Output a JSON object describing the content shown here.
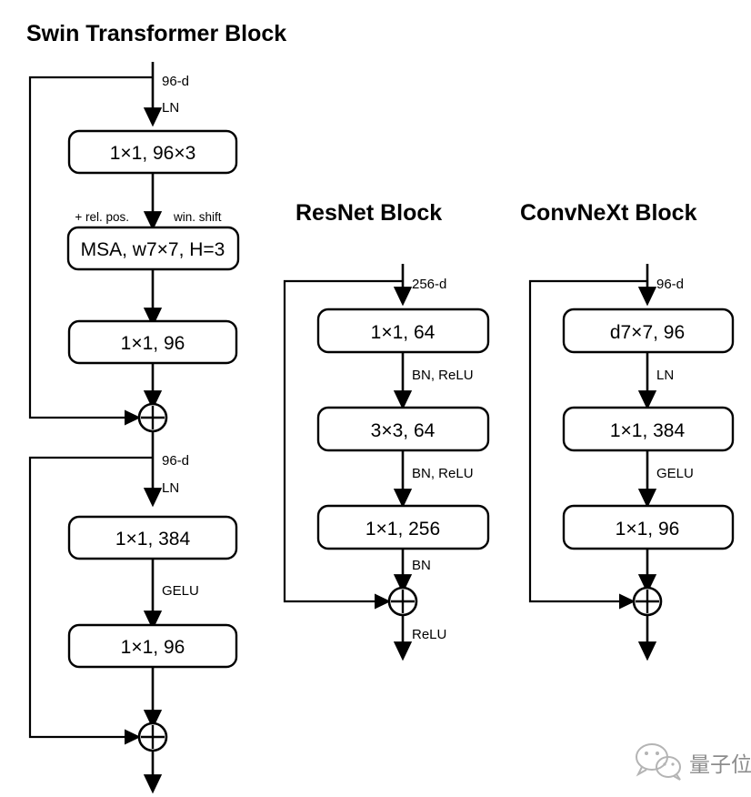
{
  "figure": {
    "kind": "neural-network-block-diagram",
    "background": "#ffffff",
    "stroke_color": "#000000"
  },
  "blocks": [
    {
      "id": "swin",
      "title": "Swin Transformer Block",
      "input_label": "96-d",
      "nodes": [
        {
          "id": "swin-n1",
          "label": "1×1, 96×3"
        },
        {
          "id": "swin-n2",
          "label": "MSA, w7×7, H=3"
        },
        {
          "id": "swin-n3",
          "label": "1×1, 96"
        },
        {
          "id": "swin-n4",
          "label": "1×1, 384"
        },
        {
          "id": "swin-n5",
          "label": "1×1, 96"
        }
      ],
      "edge_labels": [
        {
          "id": "swin-e1",
          "label": "LN"
        },
        {
          "id": "swin-e2",
          "label": "+ rel. pos."
        },
        {
          "id": "swin-e3",
          "label": "win. shift"
        },
        {
          "id": "swin-e4",
          "label": "96-d"
        },
        {
          "id": "swin-e5",
          "label": "LN"
        },
        {
          "id": "swin-e6",
          "label": "GELU"
        }
      ],
      "residual_adds": 2
    },
    {
      "id": "resnet",
      "title": "ResNet Block",
      "input_label": "256-d",
      "nodes": [
        {
          "id": "res-n1",
          "label": "1×1, 64"
        },
        {
          "id": "res-n2",
          "label": "3×3, 64"
        },
        {
          "id": "res-n3",
          "label": "1×1, 256"
        }
      ],
      "edge_labels": [
        {
          "id": "res-e1",
          "label": "BN, ReLU"
        },
        {
          "id": "res-e2",
          "label": "BN, ReLU"
        },
        {
          "id": "res-e3",
          "label": "BN"
        },
        {
          "id": "res-e4",
          "label": "ReLU"
        }
      ],
      "residual_adds": 1
    },
    {
      "id": "convnext",
      "title": "ConvNeXt Block",
      "input_label": "96-d",
      "nodes": [
        {
          "id": "cnx-n1",
          "label": "d7×7, 96"
        },
        {
          "id": "cnx-n2",
          "label": "1×1, 384"
        },
        {
          "id": "cnx-n3",
          "label": "1×1, 96"
        }
      ],
      "edge_labels": [
        {
          "id": "cnx-e1",
          "label": "LN"
        },
        {
          "id": "cnx-e2",
          "label": "GELU"
        }
      ],
      "residual_adds": 1
    }
  ],
  "watermark": {
    "text": "量子位",
    "color": "#8c8c8c"
  }
}
